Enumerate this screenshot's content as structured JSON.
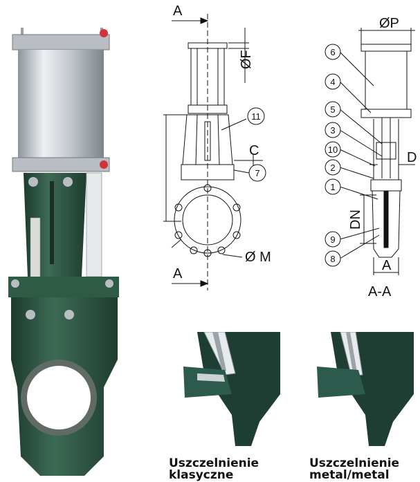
{
  "front_view": {
    "section_label_top": "A",
    "section_label_bottom": "A",
    "dim_f": "ØF",
    "dim_c": "C",
    "dim_m": "Ø M",
    "callout_11": "11",
    "callout_7": "7"
  },
  "section_view": {
    "dim_p": "ØP",
    "dim_d": "D",
    "dim_dn": "DN",
    "dim_a": "A",
    "section_title": "A-A",
    "callouts": [
      "6",
      "4",
      "5",
      "3",
      "10",
      "2",
      "1",
      "9",
      "8"
    ]
  },
  "seals": [
    {
      "line1": "Uszczelnienie",
      "line2": "klasyczne"
    },
    {
      "line1": "Uszczelnienie",
      "line2": "metal/metal"
    }
  ],
  "colors": {
    "valve_body": "#2f5a45",
    "cylinder": "#c9ced3",
    "seal_teal": "#2c5a4c"
  }
}
